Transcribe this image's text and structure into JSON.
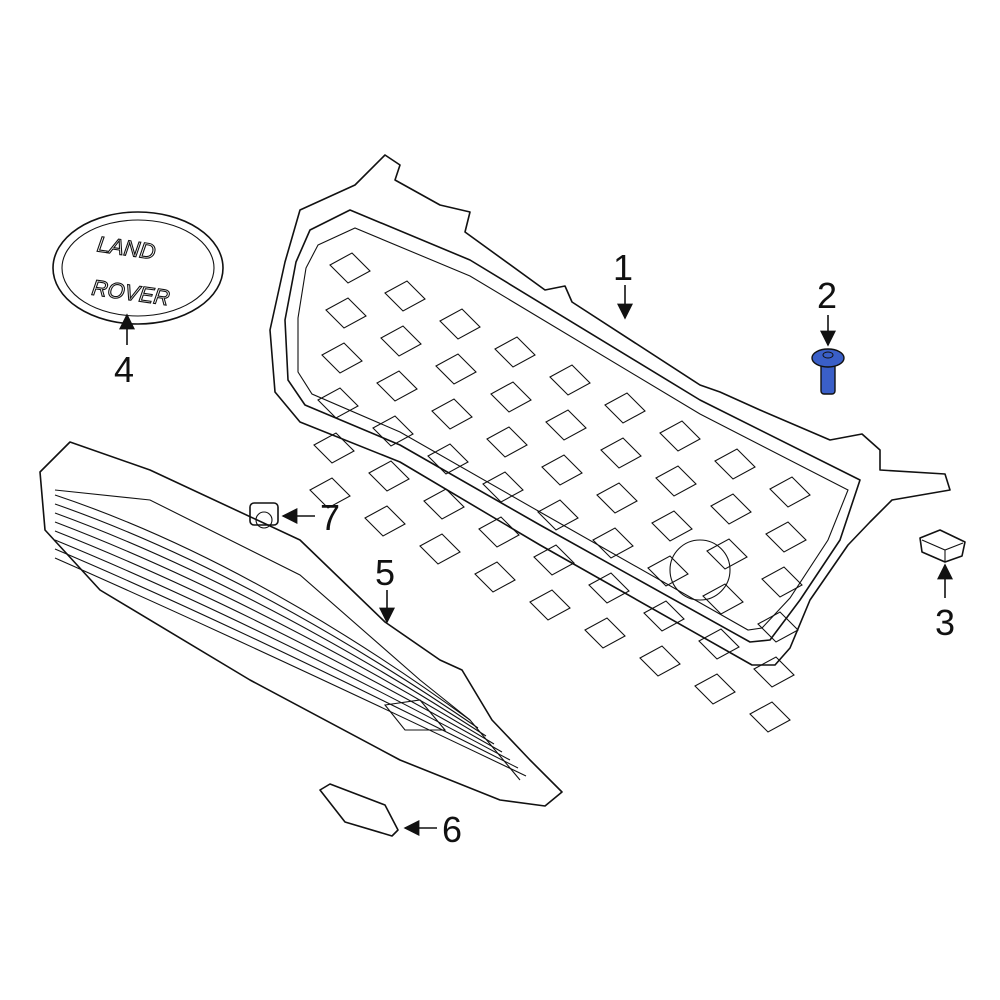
{
  "diagram": {
    "parts": [
      {
        "number": "1"
      },
      {
        "number": "2",
        "highlighted": true
      },
      {
        "number": "3"
      },
      {
        "number": "4"
      },
      {
        "number": "5"
      },
      {
        "number": "6"
      },
      {
        "number": "7"
      }
    ],
    "logo": {
      "line1": "LAND",
      "line2": "ROVER"
    },
    "colors": {
      "highlight": "#3a5fc8",
      "line": "#111111"
    }
  }
}
